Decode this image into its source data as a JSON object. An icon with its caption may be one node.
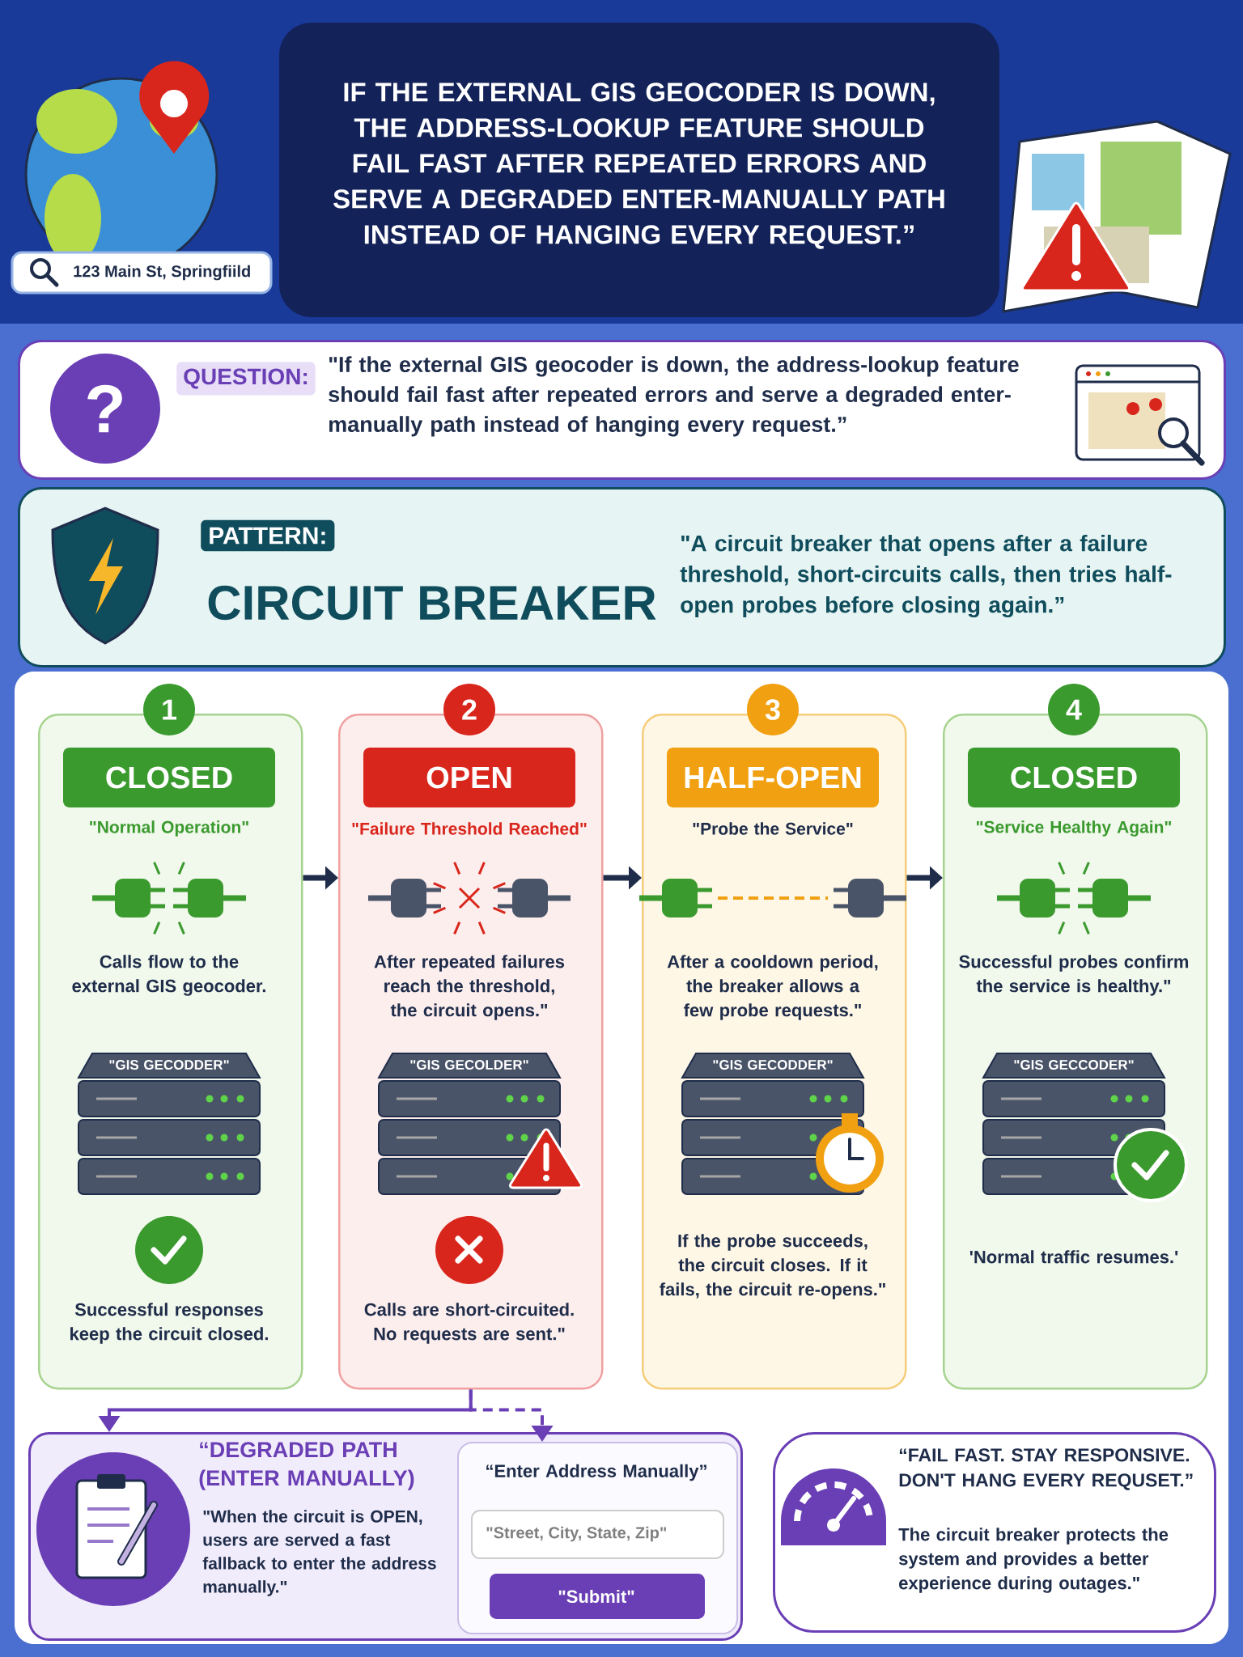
{
  "diagram": {
    "title": "IF THE EXTERNAL GIS GEOCODER IS DOWN, THE ADDRESS-LOOKUP FEATURE SHOULD FAIL FAST AFTER REPEATED ERRORS AND SERVE A DEGRADED ENTER-MANUALLY PATH INSTEAD OF HANGING EVERY REQUEST.”",
    "nodes": [
      {
        "text": [
          "QUESTION:",
          "\"If the external GIS geocoder is down, the address-lookup feature should fail fast after repeated errors and serve a degraded enter-manually path instead of hanging every request.”"
        ]
      },
      {
        "text": [
          "PATTERN:",
          "CIRCUIT BREAKER",
          "\"A circuit breaker that opens after a failure threshold, short-circuits calls, then tries half-open probes before closing again.”"
        ]
      },
      {
        "text": [
          "1",
          "CLOSED",
          "\"Normal Operation\"",
          "Calls flow to the external GIS geocoder.",
          "\"GIS GECODDER\"",
          "Successful responses keep the circuit closed."
        ]
      },
      {
        "text": [
          "2",
          "OPEN",
          "\"Failure Threshold Reached\"",
          "After repeated failures reach the threshold, the circuit opens.\"",
          "\"GIS GECOLDER\"",
          "Calls are short-circuited. No requests are sent.\""
        ]
      },
      {
        "text": [
          "3",
          "HALF-OPEN",
          "\"Probe the Service\"",
          "After a cooldown period, the breaker allows a few probe requests.\"",
          "\"GIS GECODDER\"",
          "If the probe succeeds, the circuit closes. If it fails, the circuit re-opens.\""
        ]
      },
      {
        "text": [
          "4",
          "CLOSED",
          "\"Service Healthy Again\"",
          "Successful probes confirm the service is healthy.\"",
          "\"GIS GECCODER\"",
          "'Normal traffic resumes.'"
        ]
      },
      {
        "text": [
          "“DEGRADED PATH (ENTER MANUALLY)",
          "\"When the circuit is OPEN, users are served a fast fallback to enter the address manually.\""
        ]
      },
      {
        "text": [
          "“Enter Address Manually”"
        ],
        "in": 6
      },
      {
        "text": [
          "\"Street, City, State, Zip\""
        ],
        "in": 7
      },
      {
        "text": [
          "\"Submit\""
        ],
        "in": 7
      },
      {
        "text": [
          "“FAIL FAST. STAY RESPONSIVE. DON'T HANG EVERY REQUSET.”",
          "The circuit breaker protects the system and provides a better experience during outages.\""
        ]
      }
    ],
    "edges": [
      {
        "from": 2,
        "to": 3,
        "arrow": "to"
      },
      {
        "from": 3,
        "to": 4,
        "arrow": "to"
      },
      {
        "from": 4,
        "to": 5,
        "arrow": "to"
      },
      {
        "from": 3,
        "to": 6,
        "arrow": "to",
        "color": "#6a3fb5"
      },
      {
        "from": 3,
        "to": 7,
        "arrow": "to",
        "style": "dashed",
        "color": "#6a3fb5"
      }
    ],
    "labels": [
      "123 Main St, Springfiild",
      "?"
    ]
  }
}
